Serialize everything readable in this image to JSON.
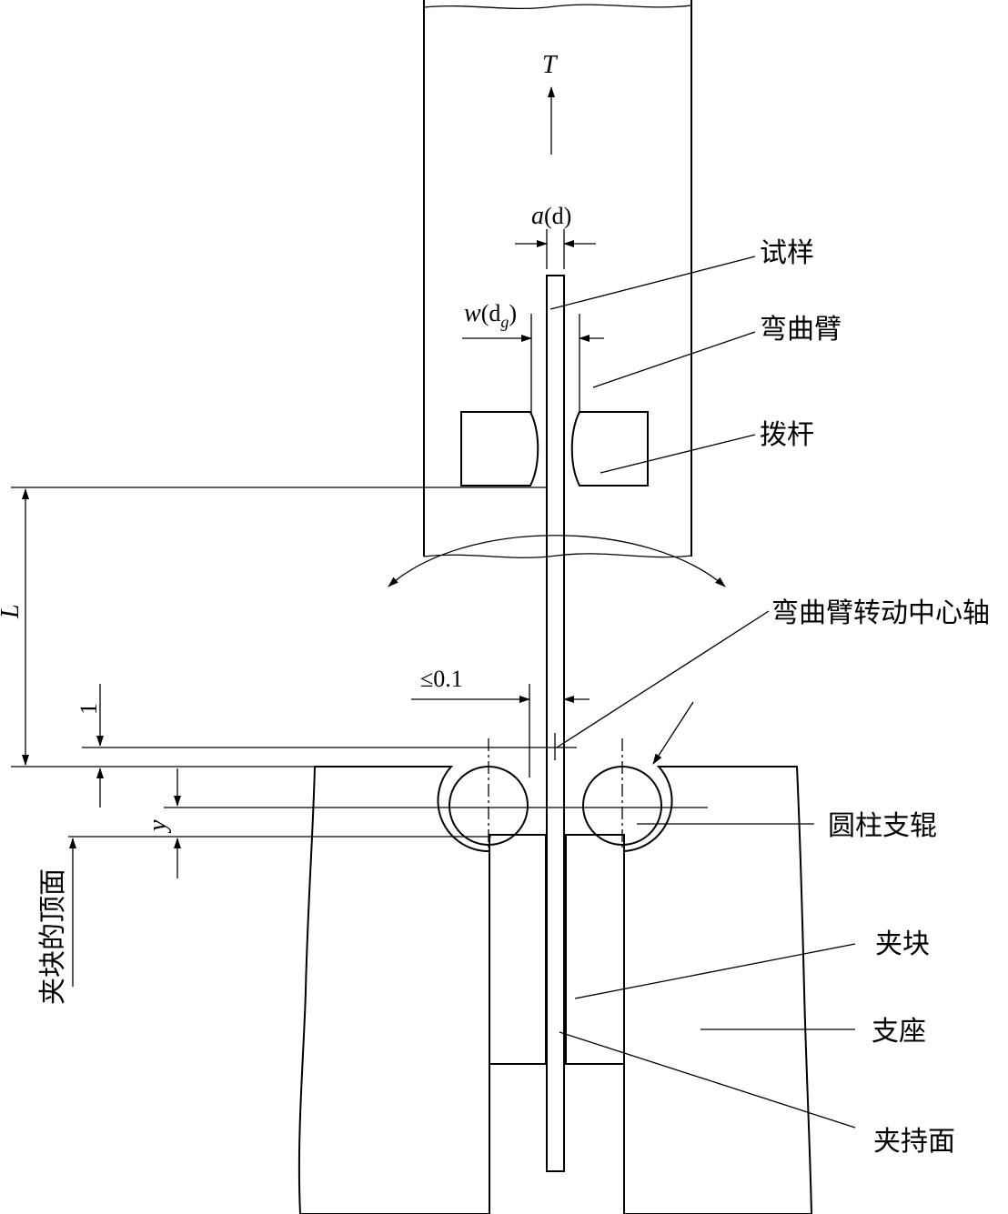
{
  "symbols": {
    "force": "T",
    "thickness": "a(d)",
    "thickness_main": "a",
    "thickness_paren": "(d)",
    "gap_main": "w",
    "gap_open": "(d",
    "gap_sub": "g",
    "gap_close": ")",
    "length": "L",
    "clearance": "≤0.1",
    "offset": "1",
    "roller_height": "y"
  },
  "labels": {
    "specimen": "试样",
    "bending_arm": "弯曲臂",
    "lever": "拨杆",
    "rotation_axis": "弯曲臂转动中心轴",
    "roller": "圆柱支辊",
    "clamp_block": "夹块",
    "support": "支座",
    "clamp_face": "夹持面",
    "clamp_top_face": "夹块的顶面"
  }
}
